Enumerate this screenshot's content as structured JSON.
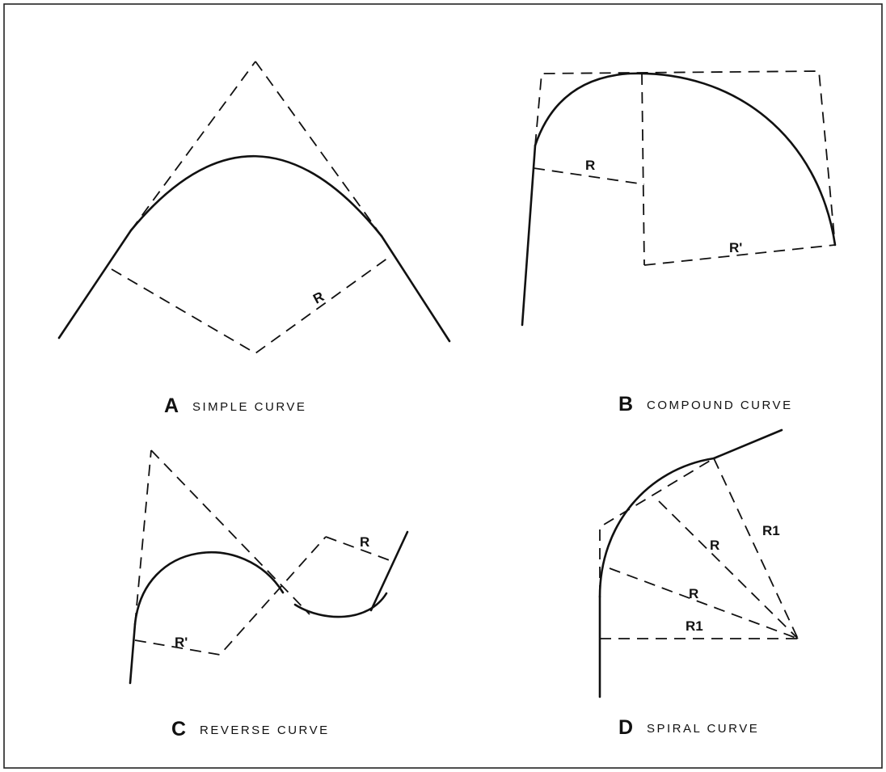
{
  "panels": [
    {
      "letter": "A",
      "title": "SIMPLE CURVE",
      "labels": [
        "R"
      ]
    },
    {
      "letter": "B",
      "title": "COMPOUND CURVE",
      "labels": [
        "R",
        "R'"
      ]
    },
    {
      "letter": "C",
      "title": "REVERSE CURVE",
      "labels": [
        "R",
        "R'"
      ]
    },
    {
      "letter": "D",
      "title": "SPIRAL CURVE",
      "labels": [
        "R",
        "R",
        "R1",
        "R1"
      ]
    }
  ]
}
